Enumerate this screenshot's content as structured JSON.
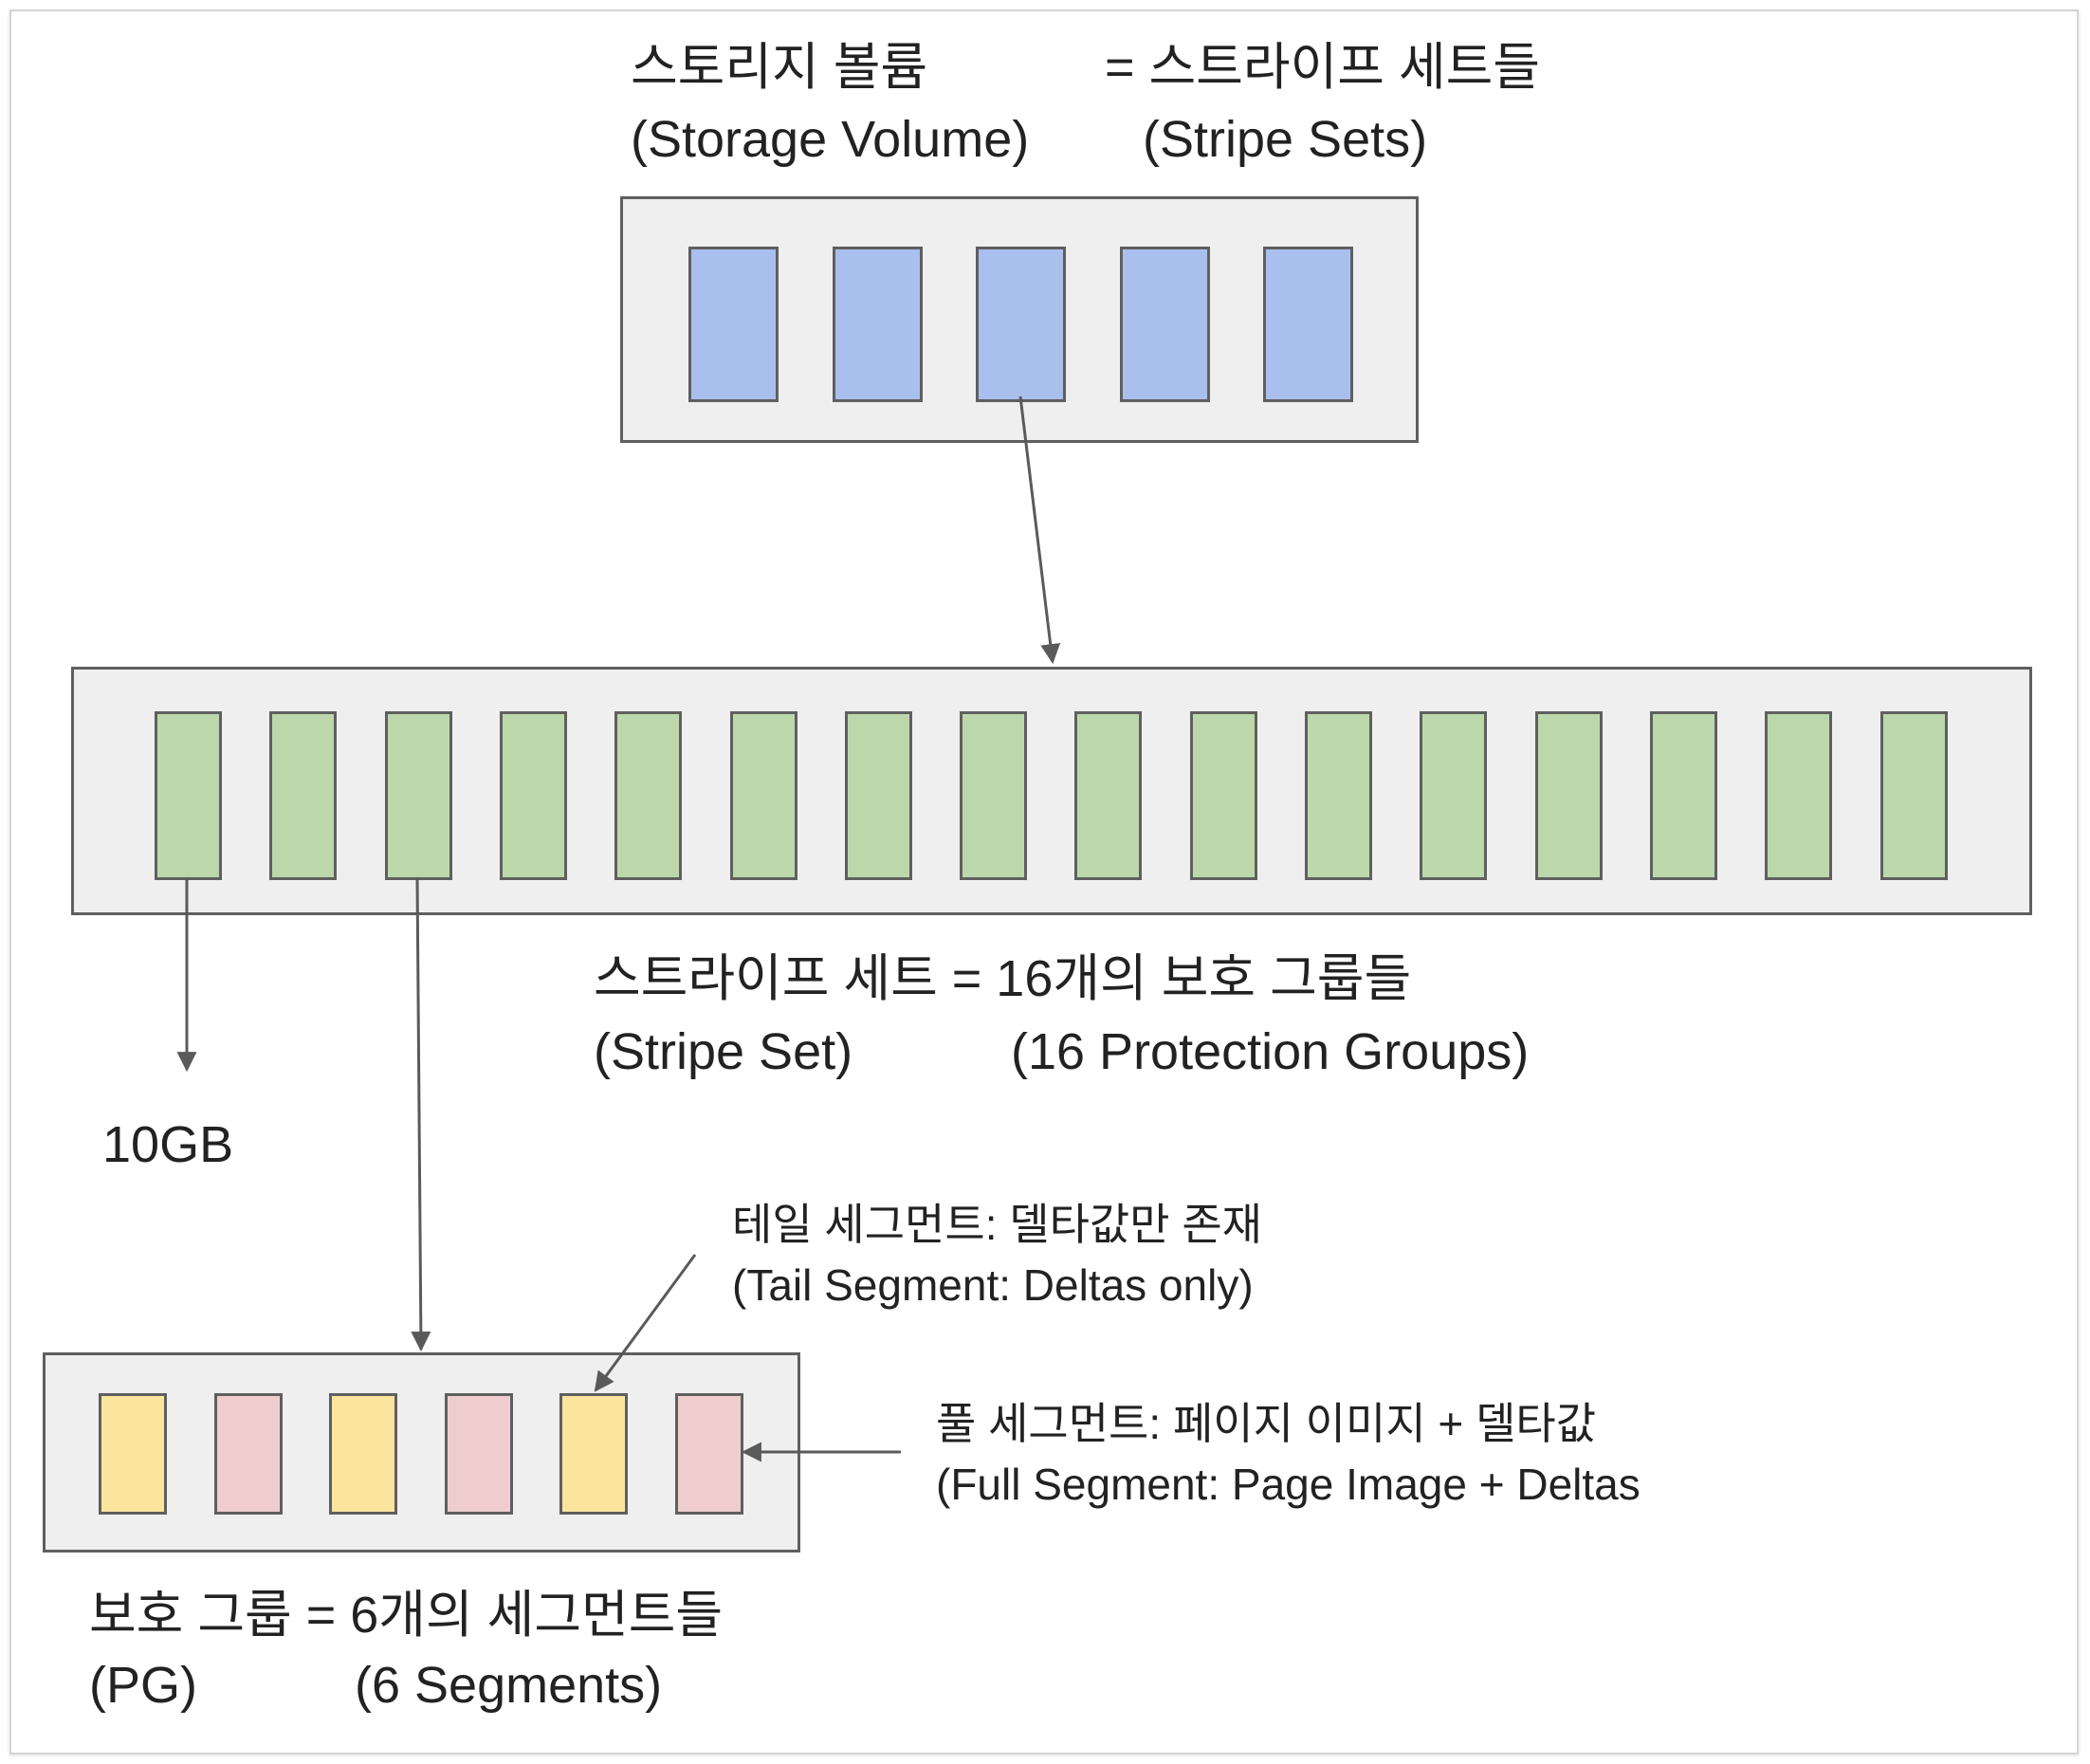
{
  "volume": {
    "title_ko": "스토리지 볼륨",
    "title_en": "(Storage Volume)",
    "rhs_ko": "= 스트라이프 세트들",
    "rhs_en": "(Stripe Sets)",
    "cell_count": 5,
    "cell_color": "#a9c0ee"
  },
  "stripe_set": {
    "line1": "스트라이프 세트 = 16개의 보호 그룹들",
    "line2_left": "(Stripe Set)",
    "line2_right": "(16 Protection Groups)",
    "cell_count": 16,
    "cell_color": "#bcd8aa",
    "pg_size": "10GB"
  },
  "protection_group": {
    "line1": "보호 그룹 = 6개의 세그먼트들",
    "line2_left": "(PG)",
    "line2_right": "(6 Segments)",
    "segments": [
      "tail",
      "full",
      "tail",
      "full",
      "tail",
      "full"
    ],
    "tail_color": "#fbe59d",
    "full_color": "#efcdcf"
  },
  "tail_segment": {
    "ko": "테일 세그먼트: 델타값만 존재",
    "en": "(Tail Segment: Deltas only)"
  },
  "full_segment": {
    "ko": "풀 세그먼트: 페이지 이미지 + 델타값",
    "en": "(Full Segment: Page Image + Deltas"
  }
}
